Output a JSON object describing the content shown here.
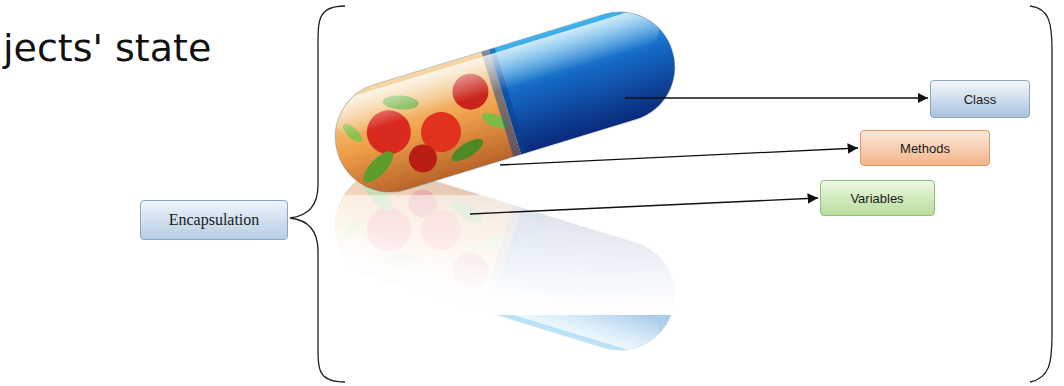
{
  "diagram": {
    "nodes": [
      {
        "text": [
          "Encapsulation"
        ]
      },
      {
        "text": [
          "Class"
        ]
      },
      {
        "text": [
          "Methods"
        ]
      },
      {
        "text": [
          "Variables"
        ]
      }
    ],
    "labels": [
      "jects' state"
    ]
  }
}
